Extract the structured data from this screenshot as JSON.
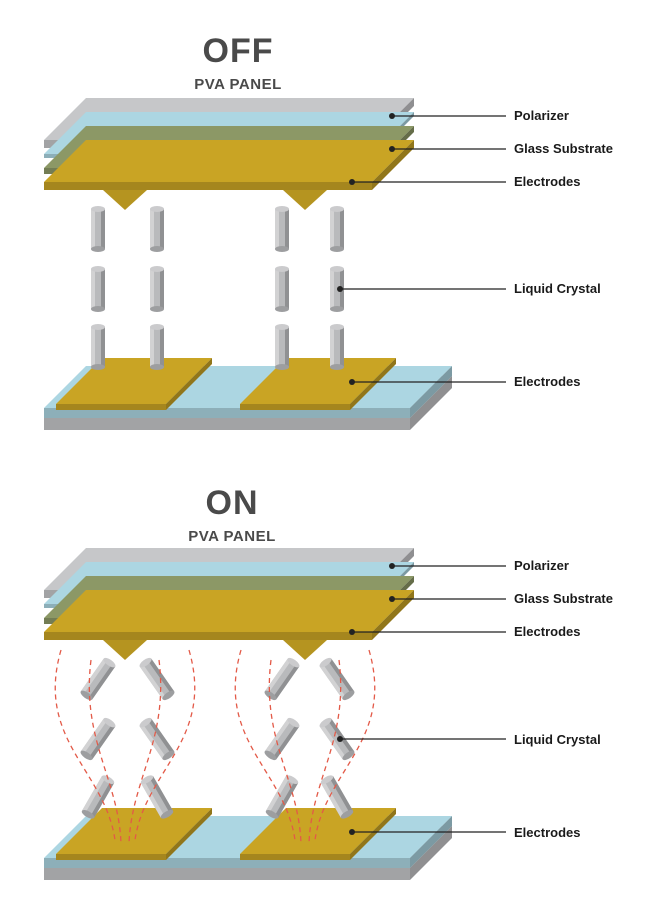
{
  "states": [
    {
      "state": "OFF",
      "panel": "PVA PANEL"
    },
    {
      "state": "ON",
      "panel": "PVA PANEL"
    }
  ],
  "layer_labels": [
    "Polarizer",
    "Glass Substrate",
    "Electrodes",
    "Liquid Crystal",
    "Electrodes"
  ],
  "colors": {
    "polarizer": "#c6c7c9",
    "glass": "#acd6e2",
    "color_filter": "#8c9866",
    "electrode": "#c9a424",
    "crystal": "#b9babc",
    "field_line": "#e35a48",
    "leader": "#222222",
    "title": "#4a4a4a"
  }
}
